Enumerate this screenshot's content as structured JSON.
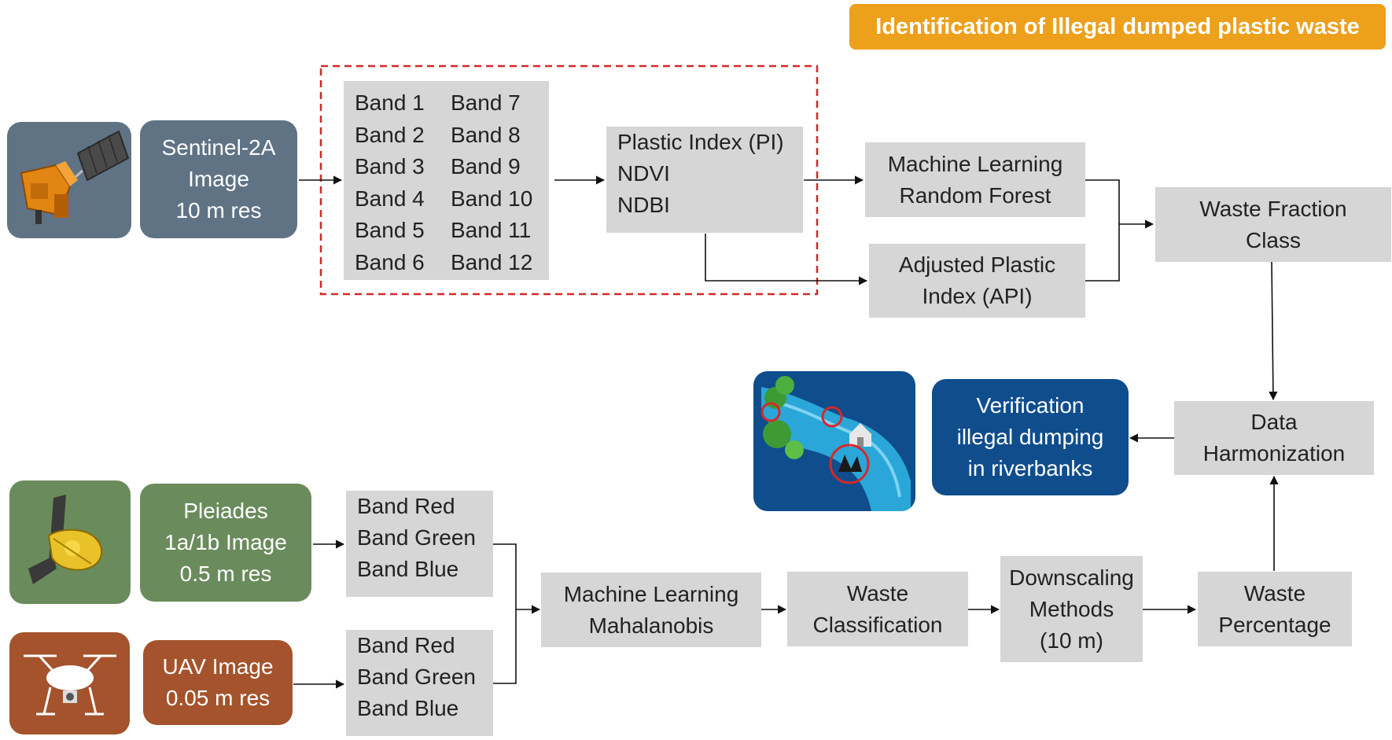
{
  "title": "Identification of Illegal dumped plastic waste",
  "top_row": {
    "sentinel_icon": "satellite-icon",
    "sentinel": [
      "Sentinel-2A",
      "Image",
      "10 m res"
    ],
    "bands": [
      "Band 1",
      "Band 7",
      "Band 2",
      "Band 8",
      "Band 3",
      "Band 9",
      "Band 4",
      "Band 10",
      "Band 5",
      "Band 11",
      "Band 6",
      "Band 12"
    ],
    "indices": [
      "Plastic Index (PI)",
      "NDVI",
      "NDBI"
    ],
    "ml_rf": [
      "Machine Learning",
      "Random Forest"
    ],
    "api": [
      "Adjusted Plastic",
      "Index (API)"
    ],
    "waste_fraction": [
      "Waste Fraction",
      "Class"
    ]
  },
  "middle_row": {
    "river_icon": "riverbank-waste-icon",
    "verification": [
      "Verification",
      "illegal dumping",
      "in riverbanks"
    ],
    "harmonization": [
      "Data",
      "Harmonization"
    ]
  },
  "bottom_row": {
    "pleiades_icon": "satellite-icon",
    "pleiades": [
      "Pleiades",
      "1a/1b Image",
      "0.5 m res"
    ],
    "pleiades_bands": [
      "Band Red",
      "Band Green",
      "Band Blue"
    ],
    "uav_icon": "drone-icon",
    "uav": [
      "UAV Image",
      "0.05 m res"
    ],
    "uav_bands": [
      "Band Red",
      "Band Green",
      "Band Blue"
    ],
    "ml_maha": [
      "Machine Learning",
      "Mahalanobis"
    ],
    "waste_class": [
      "Waste",
      "Classification"
    ],
    "downscaling": [
      "Downscaling",
      "Methods",
      "(10 m)"
    ],
    "waste_pct": [
      "Waste",
      "Percentage"
    ]
  },
  "colors": {
    "title": "#eda01b",
    "sentinel": "#5f7385",
    "pleiades": "#6a8b5c",
    "uav": "#a4532c",
    "verification": "#0f4d8d",
    "process_box": "#d6d6d6",
    "selection_border": "#d62828"
  }
}
